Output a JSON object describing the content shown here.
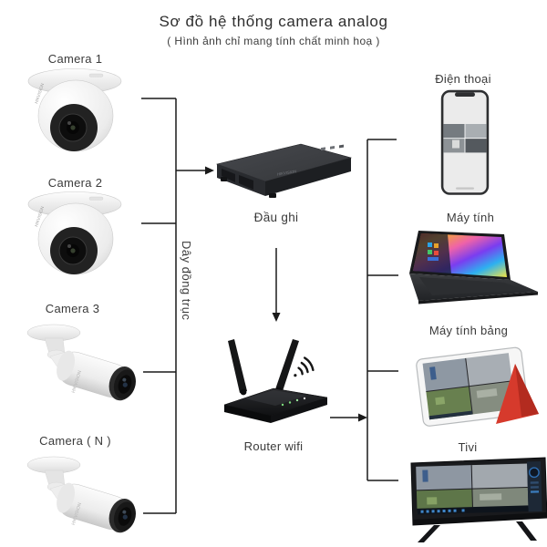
{
  "title": "Sơ đồ hệ thống camera analog",
  "subtitle": "( Hình ảnh chỉ mang tính chất minh hoạ )",
  "brand": "HIKVISION",
  "left_column": {
    "cameras": [
      {
        "label": "Camera 1",
        "type": "dome"
      },
      {
        "label": "Camera 2",
        "type": "dome"
      },
      {
        "label": "Camera 3",
        "type": "bullet"
      },
      {
        "label": "Camera ( N )",
        "type": "bullet"
      }
    ]
  },
  "center_column": {
    "dvr_label": "Đầu ghi",
    "cable_label": "Dây đồng trục",
    "router_label": "Router wifi"
  },
  "right_column": {
    "devices": [
      {
        "label": "Điện thoại",
        "type": "phone"
      },
      {
        "label": "Máy tính",
        "type": "laptop"
      },
      {
        "label": "Máy tính bảng",
        "type": "tablet"
      },
      {
        "label": "Tivi",
        "type": "tv"
      }
    ]
  },
  "colors": {
    "line": "#1a1a1a",
    "text": "#3a3a3a",
    "device_dark": "#1b1c1e",
    "tablet_cover_red": "#d63a2c"
  }
}
